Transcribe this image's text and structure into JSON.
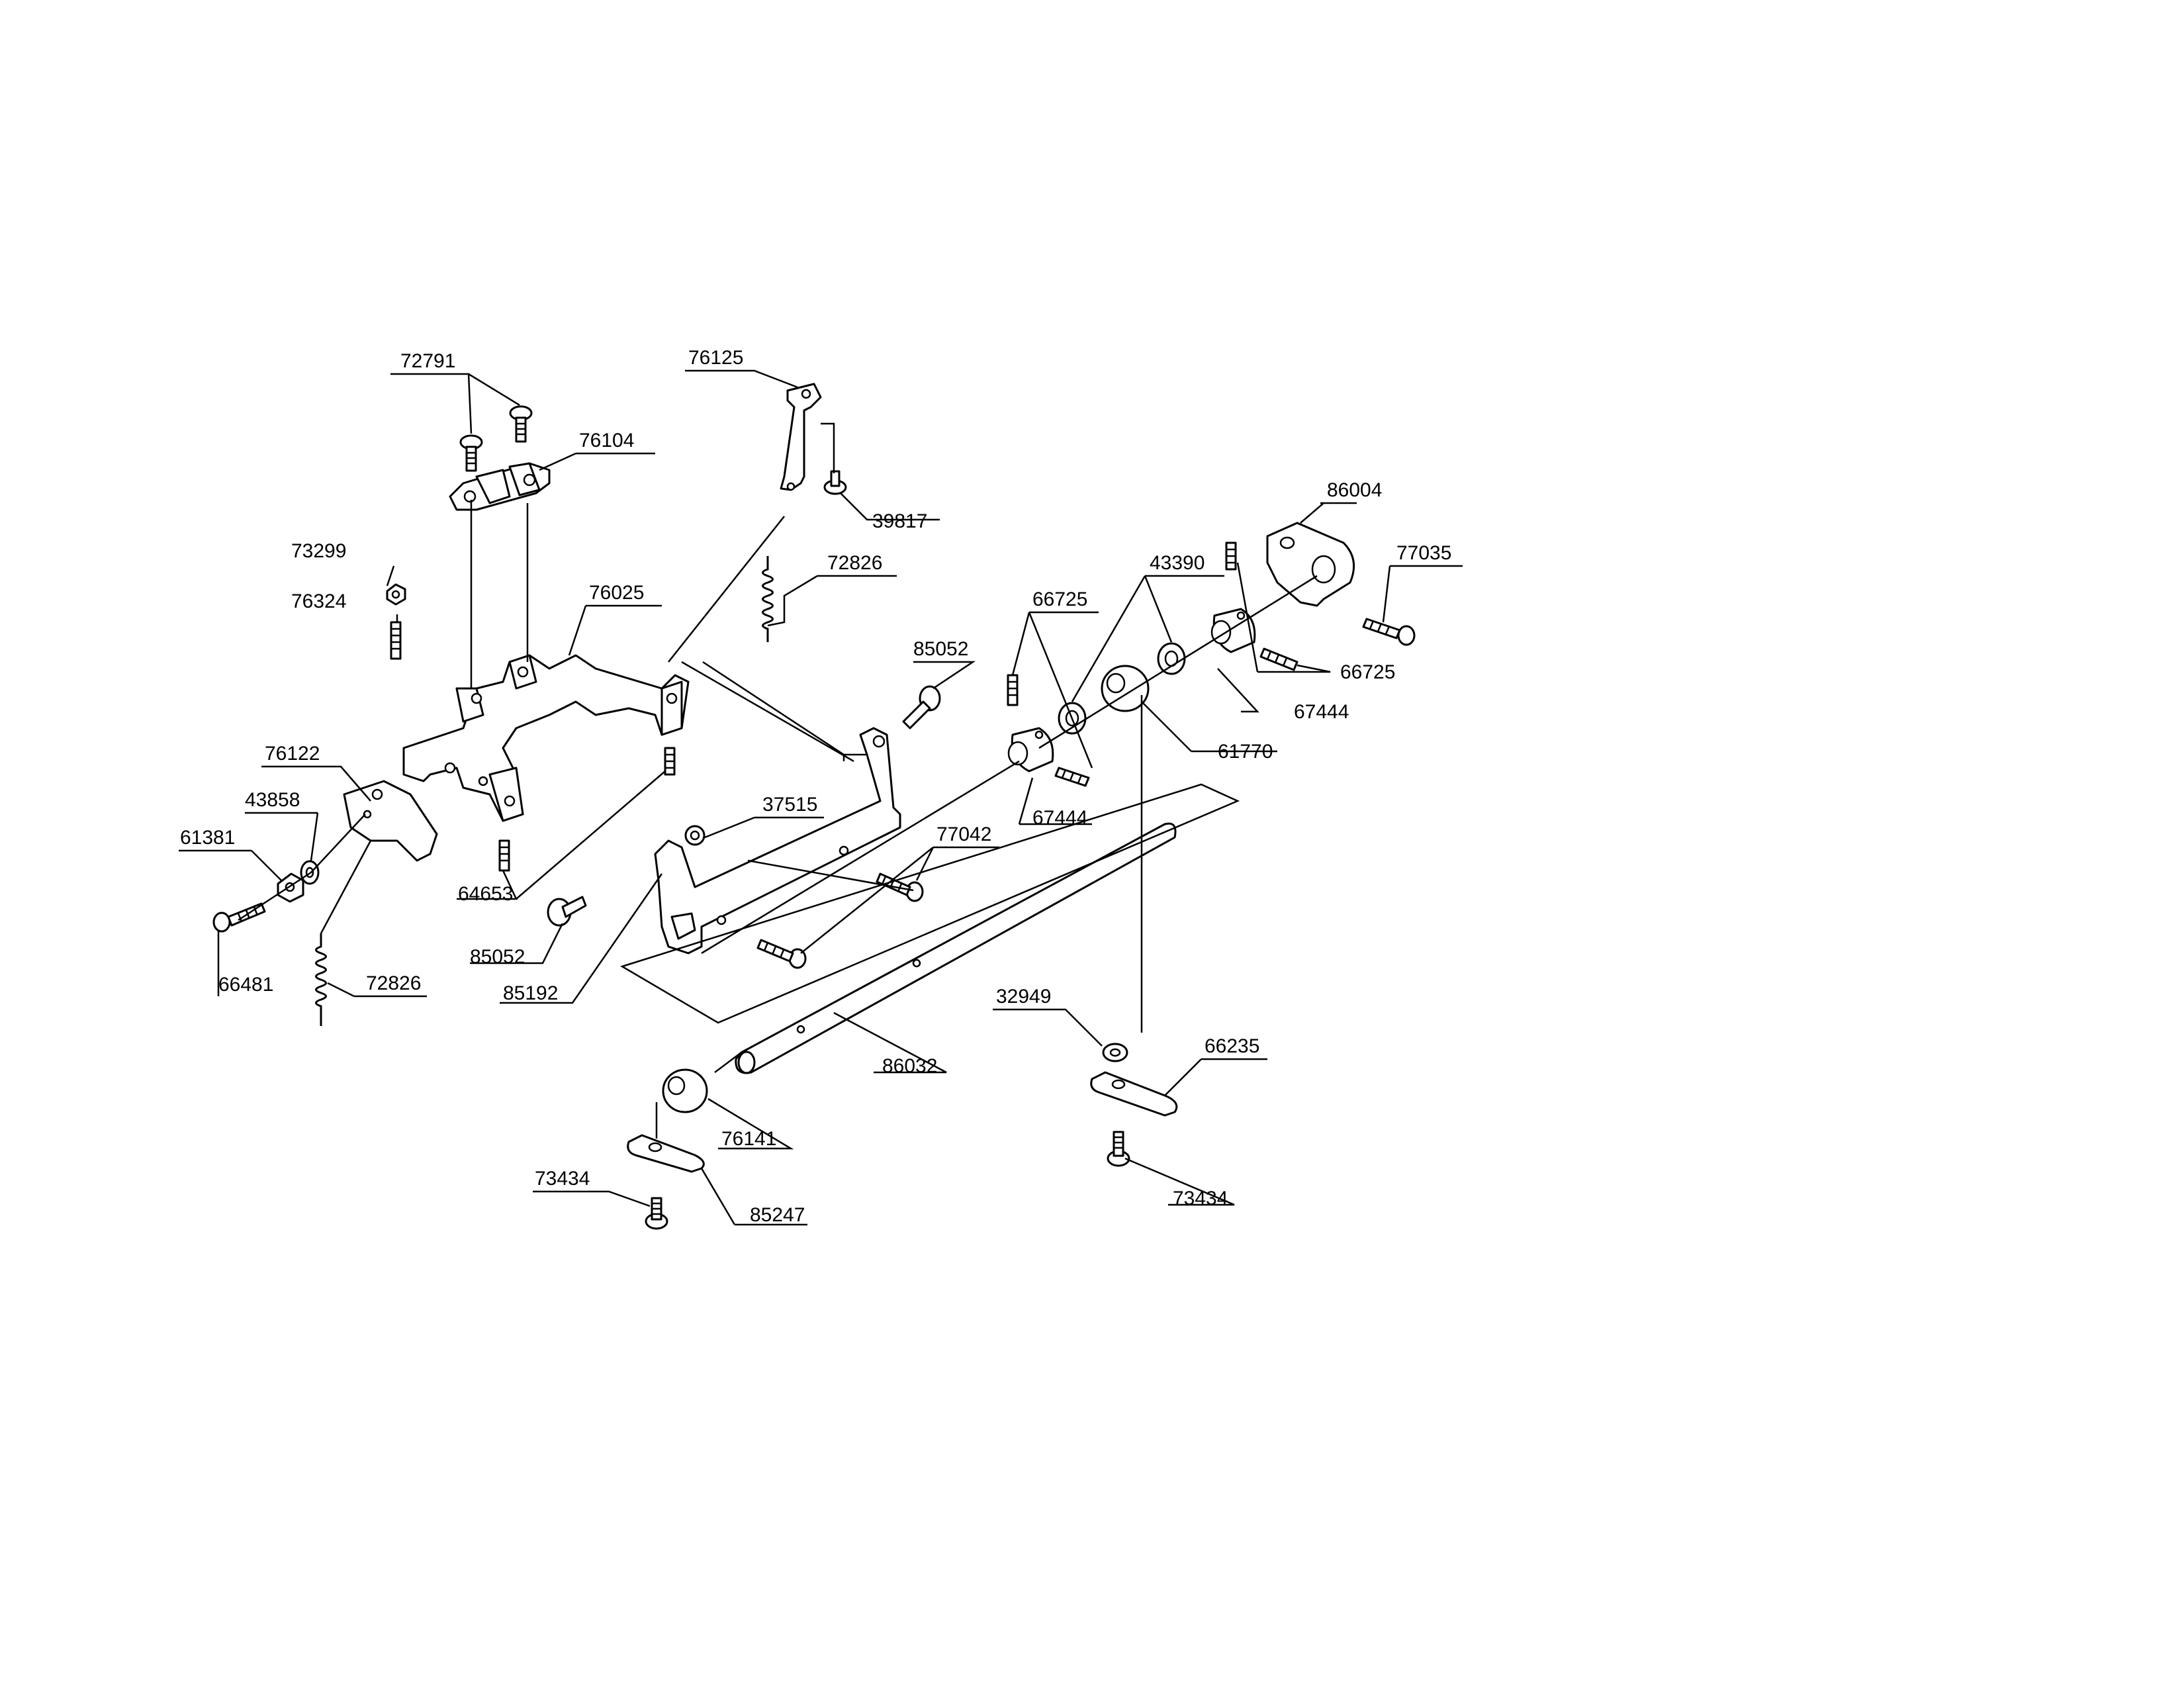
{
  "callouts": [
    {
      "id": "c-72791",
      "label": "72791"
    },
    {
      "id": "c-76125",
      "label": "76125"
    },
    {
      "id": "c-76104",
      "label": "76104"
    },
    {
      "id": "c-39817",
      "label": "39817"
    },
    {
      "id": "c-86004",
      "label": "86004"
    },
    {
      "id": "c-73299",
      "label": "73299"
    },
    {
      "id": "c-72826a",
      "label": "72826"
    },
    {
      "id": "c-43390",
      "label": "43390"
    },
    {
      "id": "c-77035",
      "label": "77035"
    },
    {
      "id": "c-76324",
      "label": "76324"
    },
    {
      "id": "c-76025",
      "label": "76025"
    },
    {
      "id": "c-66725a",
      "label": "66725"
    },
    {
      "id": "c-85052a",
      "label": "85052"
    },
    {
      "id": "c-66725b",
      "label": "66725"
    },
    {
      "id": "c-67444a",
      "label": "67444"
    },
    {
      "id": "c-61770",
      "label": "61770"
    },
    {
      "id": "c-76122",
      "label": "76122"
    },
    {
      "id": "c-37515",
      "label": "37515"
    },
    {
      "id": "c-67444b",
      "label": "67444"
    },
    {
      "id": "c-43858",
      "label": "43858"
    },
    {
      "id": "c-61381",
      "label": "61381"
    },
    {
      "id": "c-77042",
      "label": "77042"
    },
    {
      "id": "c-64653",
      "label": "64653"
    },
    {
      "id": "c-85052b",
      "label": "85052"
    },
    {
      "id": "c-85192",
      "label": "85192"
    },
    {
      "id": "c-66481",
      "label": "66481"
    },
    {
      "id": "c-72826b",
      "label": "72826"
    },
    {
      "id": "c-32949",
      "label": "32949"
    },
    {
      "id": "c-66235",
      "label": "66235"
    },
    {
      "id": "c-86032",
      "label": "86032"
    },
    {
      "id": "c-76141",
      "label": "76141"
    },
    {
      "id": "c-73434a",
      "label": "73434"
    },
    {
      "id": "c-85247",
      "label": "85247"
    },
    {
      "id": "c-73434b",
      "label": "73434"
    }
  ]
}
